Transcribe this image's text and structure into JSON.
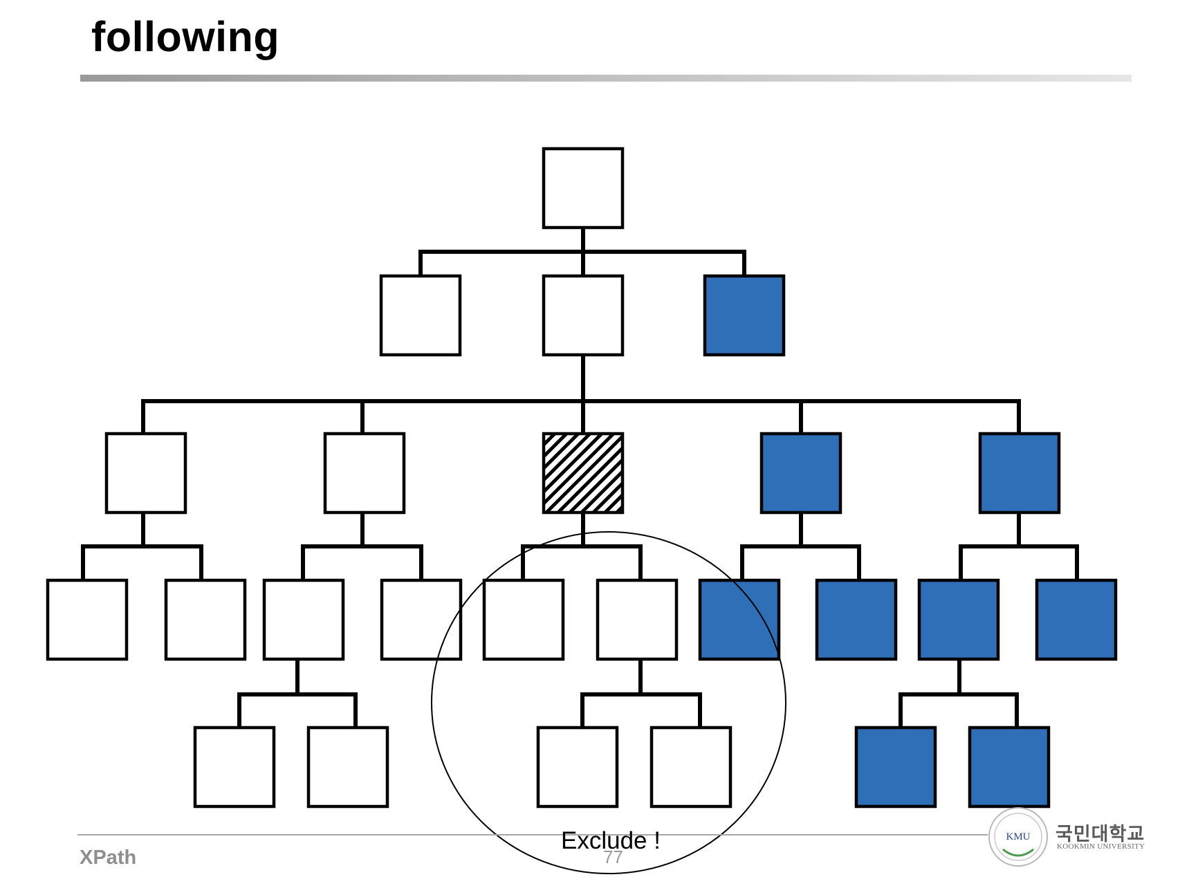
{
  "slide": {
    "title": "following",
    "footer_left": "XPath",
    "page_number": "77"
  },
  "diagram": {
    "annotation": "Exclude !",
    "colors": {
      "following_fill": "#2e6fb7",
      "plain_fill": "#ffffff",
      "stroke": "#000000"
    },
    "legend_of_states": [
      "plain",
      "following",
      "context"
    ],
    "nodes": [
      {
        "id": "n0",
        "state": "plain"
      },
      {
        "id": "n1",
        "state": "plain"
      },
      {
        "id": "n2",
        "state": "plain"
      },
      {
        "id": "n3",
        "state": "following"
      },
      {
        "id": "n4",
        "state": "plain"
      },
      {
        "id": "n5",
        "state": "plain"
      },
      {
        "id": "n6",
        "state": "context"
      },
      {
        "id": "n7",
        "state": "following"
      },
      {
        "id": "n8",
        "state": "following"
      },
      {
        "id": "n9",
        "state": "plain"
      },
      {
        "id": "n10",
        "state": "plain"
      },
      {
        "id": "n11",
        "state": "plain"
      },
      {
        "id": "n12",
        "state": "plain"
      },
      {
        "id": "n13",
        "state": "plain"
      },
      {
        "id": "n14",
        "state": "plain"
      },
      {
        "id": "n15",
        "state": "following"
      },
      {
        "id": "n16",
        "state": "following"
      },
      {
        "id": "n17",
        "state": "following"
      },
      {
        "id": "n18",
        "state": "following"
      },
      {
        "id": "n19",
        "state": "plain"
      },
      {
        "id": "n20",
        "state": "plain"
      },
      {
        "id": "n21",
        "state": "plain"
      },
      {
        "id": "n22",
        "state": "plain"
      },
      {
        "id": "n23",
        "state": "following"
      },
      {
        "id": "n24",
        "state": "following"
      }
    ]
  },
  "logo": {
    "emblem_text": "KMU",
    "name_kr": "국민대학교",
    "name_en": "KOOKMIN UNIVERSITY"
  }
}
